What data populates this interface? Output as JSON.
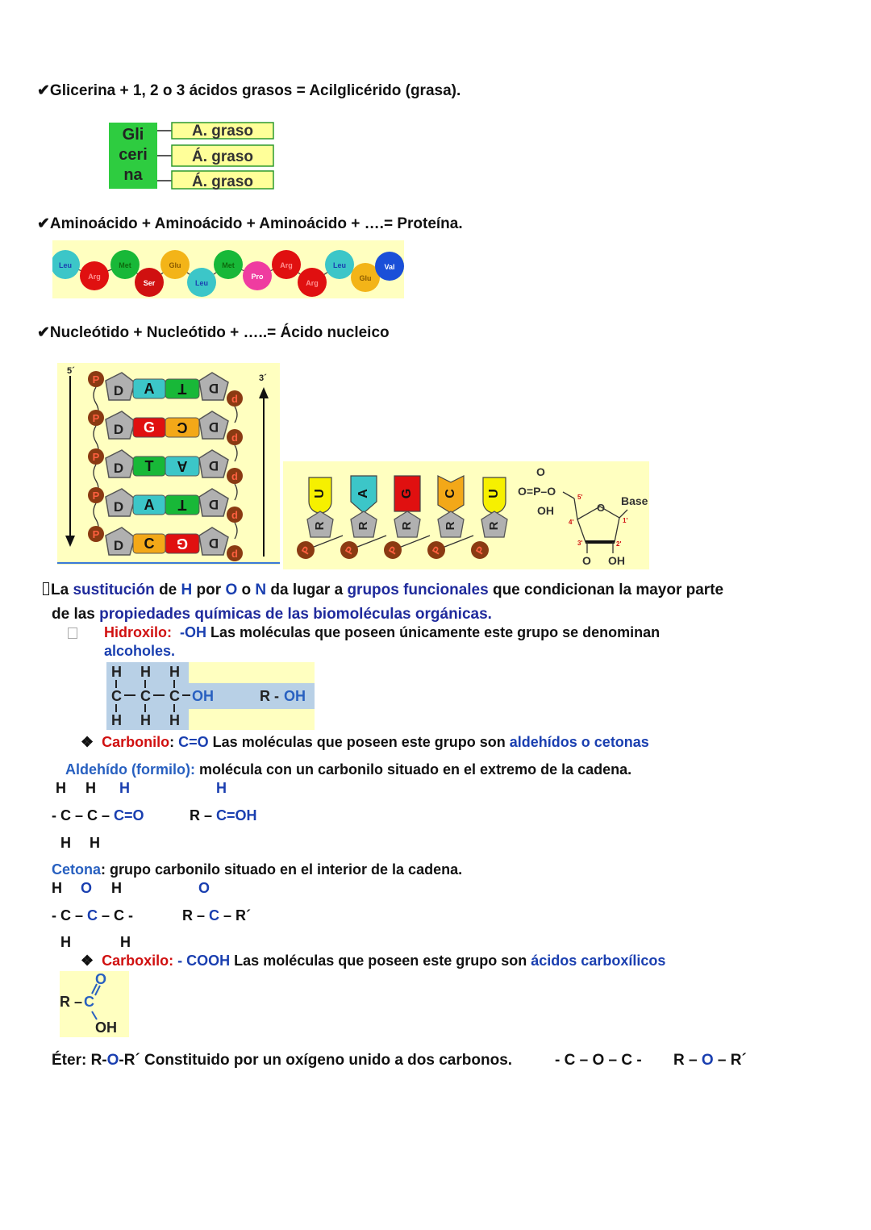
{
  "sections": {
    "lipid": {
      "check": "✔",
      "text": "Glicerina + 1, 2 o 3 ácidos grasos = Acilglicérido (grasa)."
    },
    "protein": {
      "check": "✔",
      "text": "Aminoácido + Aminoácido + Aminoácido + ….= Proteína."
    },
    "nucleic": {
      "check": "✔",
      "text": "Nucleótido + Nucleótido + …..= Ácido nucleico"
    }
  },
  "glycerol_fig": {
    "glycerol_lines": [
      "Gli",
      "ceri",
      "na"
    ],
    "fatty_acids": [
      "A. graso",
      "Á. graso",
      "Á. graso"
    ]
  },
  "amino_fig": {
    "beads": [
      "Leu",
      "Arg",
      "Met",
      "Ser",
      "Glu",
      "Leu",
      "Met",
      "Pro",
      "Arg",
      "Arg",
      "Leu",
      "Glu",
      "Val"
    ]
  },
  "dna_fig": {
    "end5": "5´",
    "end3": "3´",
    "pairs": [
      [
        "A",
        "T"
      ],
      [
        "G",
        "C"
      ],
      [
        "T",
        "A"
      ],
      [
        "A",
        "T"
      ],
      [
        "C",
        "G"
      ]
    ],
    "phosphate": "P",
    "sugar_left": "D",
    "sugar_right": "d"
  },
  "rna_fig": {
    "bases": [
      "U",
      "A",
      "G",
      "C",
      "U"
    ],
    "sugar": "R",
    "phosphate": "P"
  },
  "nucleotide_fig": {
    "o_top": "O",
    "phosphate": "O=P–O",
    "oh_phos": "OH",
    "base": "Base",
    "ring_o": "O",
    "c5": "5'",
    "c4": "4'",
    "c3": "3'",
    "c2": "2'",
    "c1": "1'",
    "o3": "O",
    "oh2": "OH"
  },
  "intro": {
    "p1": "La ",
    "k1": "sustitución",
    "p2": " de ",
    "k2": "H",
    "p3": " por ",
    "k3": "O",
    "p4": " o ",
    "k4": "N",
    "p5": " da lugar a ",
    "k5": "grupos funcionales",
    "p6": " que condicionan la mayor parte",
    "p7": "de las ",
    "k6": "propiedades químicas de las biomoléculas orgánicas."
  },
  "hydroxyl": {
    "name": "Hidroxilo:",
    "formula": "-OH",
    "text": " Las moléculas que poseen únicamente este grupo se denominan",
    "term": "alcoholes.",
    "fig": {
      "h": "H",
      "c": "C",
      "oh": "OH",
      "r": "R",
      "sep": "-"
    }
  },
  "carbonyl": {
    "bullet": "❖",
    "name": "Carbonilo",
    "colon": ": ",
    "formula": "C=O",
    "text": "  Las moléculas que poseen este grupo son ",
    "term": "aldehídos o cetonas"
  },
  "aldehyde": {
    "name": "Aldehído (formilo):",
    "text": " molécula con un carbonilo situado en el extremo de la cadena.",
    "row1": [
      "H",
      "H",
      "H",
      "H"
    ],
    "row2a": "- C – C – ",
    "row2b": "C=O",
    "row2c": "R – ",
    "row2d": "C=OH",
    "row3": [
      "H",
      "H"
    ]
  },
  "ketone": {
    "name": "Cetona",
    "text": ": grupo carbonilo situado en el interior de la cadena.",
    "row1": [
      "H",
      "O",
      "H",
      "O"
    ],
    "row2a": "- C – ",
    "row2b": "C",
    "row2c": " – C -",
    "row2d": "R – ",
    "row2e": "C",
    "row2f": " – R´",
    "row3": [
      "H",
      "H"
    ]
  },
  "carboxyl": {
    "bullet": "❖",
    "name": "Carboxilo:",
    "formula": " - COOH",
    "text": "  Las moléculas que poseen este grupo son ",
    "term": "ácidos carboxílicos",
    "fig": {
      "r": "R – ",
      "c": "C",
      "o": "O",
      "oh": "OH"
    }
  },
  "ether": {
    "t1": "Éter: R-",
    "o": "O",
    "t2": "-R´  Constituido por un oxígeno unido a dos carbonos.",
    "t3": "- C – O – C -",
    "t4": "R – ",
    "o2": "O",
    "t5": " – R´"
  },
  "colors": {
    "gly_green": "#2ecc40",
    "fa_yellow": "#ffff99",
    "fig_bg": "#ffffc0",
    "adenine": "#3cc6c8",
    "thymine": "#18b838",
    "guanine": "#e01010",
    "cytosine": "#f3a818",
    "uracil": "#f6f000",
    "sugar": "#b0b0b0",
    "phosphate": "#8a3a12",
    "oh_bg": "#b8d0e6"
  }
}
